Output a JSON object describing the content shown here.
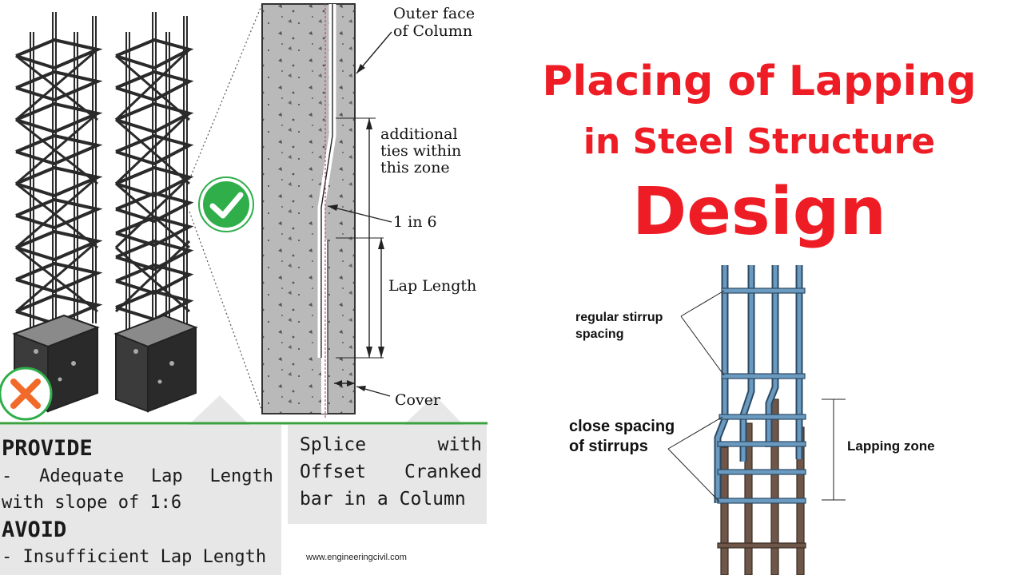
{
  "title": {
    "line1": "Placing of Lapping",
    "line2": "in Steel Structure",
    "line3": "Design"
  },
  "column_section": {
    "outer_face": [
      "Outer face",
      "of Column"
    ],
    "additional_ties": [
      "additional",
      "ties within",
      "this zone"
    ],
    "slope": "1 in 6",
    "lap_length": "Lap Length",
    "cover": "Cover"
  },
  "notes": {
    "provide_heading": "PROVIDE",
    "provide_line1": "- Adequate Lap Length",
    "provide_line2": "with slope of 1:6",
    "avoid_heading": "AVOID",
    "avoid_line1": "- Insufficient Lap Length",
    "splice_line1": "Splice with",
    "splice_line2": "Offset Cranked",
    "splice_line3": "bar in a Column"
  },
  "stirrup_diagram": {
    "regular": [
      "regular stirrup",
      "spacing"
    ],
    "close": [
      "close spacing",
      "of stirrups"
    ],
    "lapping_zone": "Lapping zone"
  },
  "watermark": "www.engineeringcivil.com",
  "colors": {
    "title_red": "#ee1c24",
    "check_green": "#2fae4a",
    "cross_orange": "#f26a2a",
    "rebar_blue": "#5f8fb4",
    "rebar_brown": "#6e5648",
    "concrete_grey": "#b9b9b9",
    "panel_grey": "#e7e7e7"
  },
  "icons": [
    "check-icon",
    "cross-icon"
  ]
}
